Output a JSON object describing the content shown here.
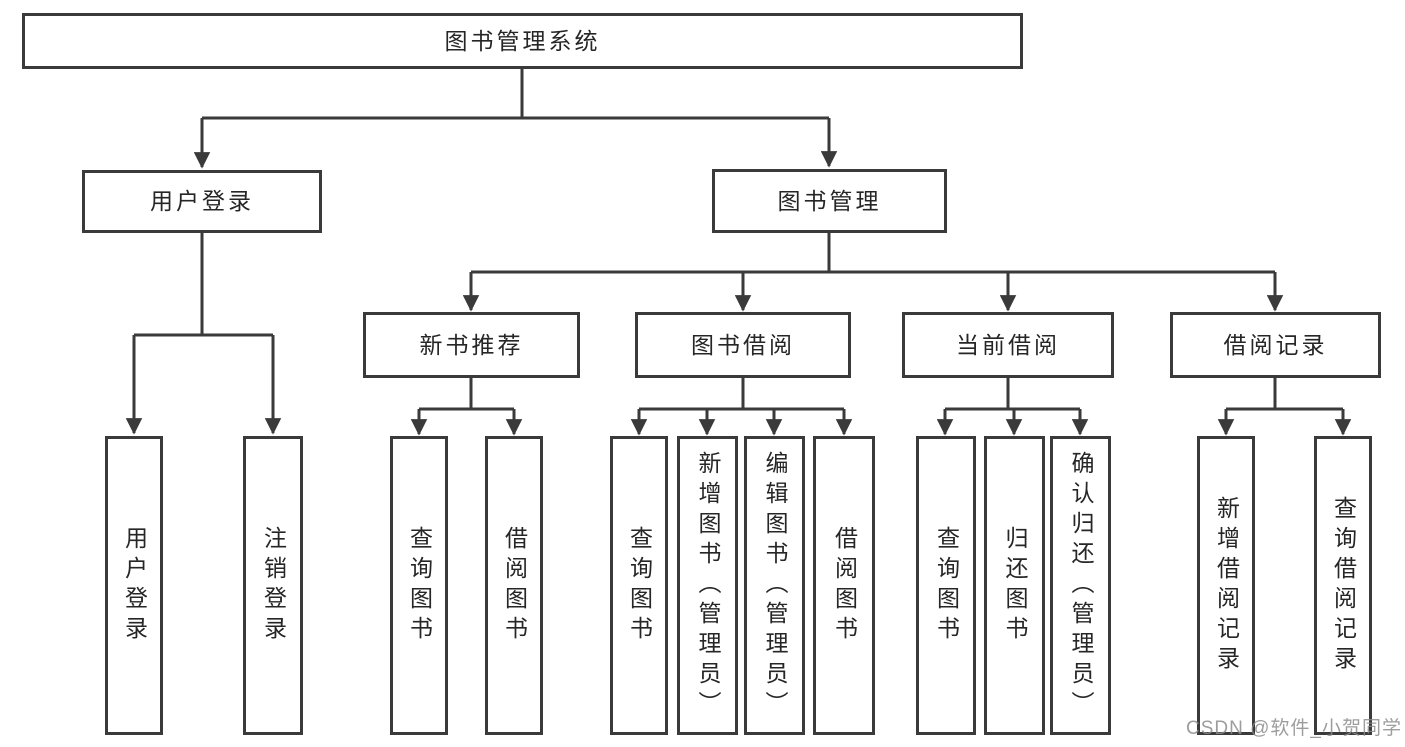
{
  "diagram_title": "图书管理系统",
  "tree": {
    "label": "图书管理系统",
    "children": [
      {
        "label": "用户登录",
        "children": [
          {
            "label": "用户登录"
          },
          {
            "label": "注销登录"
          }
        ]
      },
      {
        "label": "图书管理",
        "children": [
          {
            "label": "新书推荐",
            "children": [
              {
                "label": "查询图书"
              },
              {
                "label": "借阅图书"
              }
            ]
          },
          {
            "label": "图书借阅",
            "children": [
              {
                "label": "查询图书"
              },
              {
                "label": "新增图书（管理员）"
              },
              {
                "label": "编辑图书（管理员）"
              },
              {
                "label": "借阅图书"
              }
            ]
          },
          {
            "label": "当前借阅",
            "children": [
              {
                "label": "查询图书"
              },
              {
                "label": "归还图书"
              },
              {
                "label": "确认归还（管理员）"
              }
            ]
          },
          {
            "label": "借阅记录",
            "children": [
              {
                "label": "新增借阅记录"
              },
              {
                "label": "查询借阅记录"
              }
            ]
          }
        ]
      }
    ]
  },
  "watermark": {
    "text": "CSDN @软件_小贺同学"
  },
  "colors": {
    "line": "#3a3a3a",
    "text": "#262626",
    "background": "#ffffff",
    "watermark": "#8c8c8c"
  }
}
